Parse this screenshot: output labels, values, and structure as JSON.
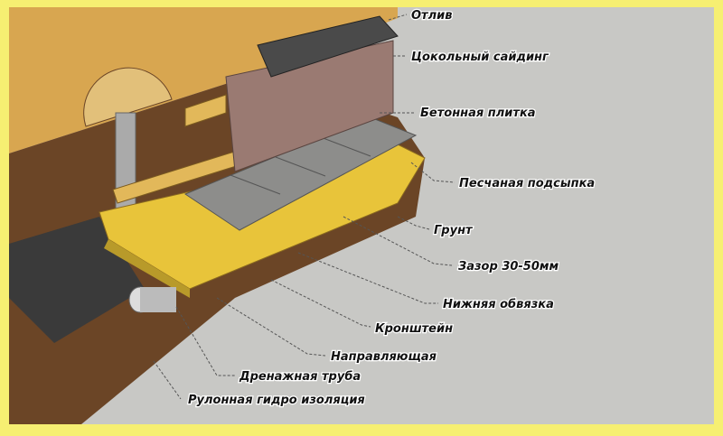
{
  "labels": {
    "flashing": "Отлив",
    "plinth_siding": "Цокольный сайдинг",
    "concrete_tile": "Бетонная плитка",
    "sand_bedding": "Песчаная подсыпка",
    "soil": "Грунт",
    "gap": "Зазор 30-50мм",
    "bottom_trim": "Нижняя обвязка",
    "bracket": "Кронштейн",
    "guide_rail": "Направляющая",
    "drain_pipe": "Дренажная труба",
    "roll_waterproofing": "Рулонная гидро изоляция"
  },
  "colors": {
    "frame": "#f6ef72",
    "background": "#c8c8c5",
    "wall": "#d8a650",
    "soil": "#6b4526",
    "sand": "#e8c43a",
    "tile": "#8d8d8b",
    "siding": "#9a7a72",
    "flashing": "#4a4a4a"
  }
}
